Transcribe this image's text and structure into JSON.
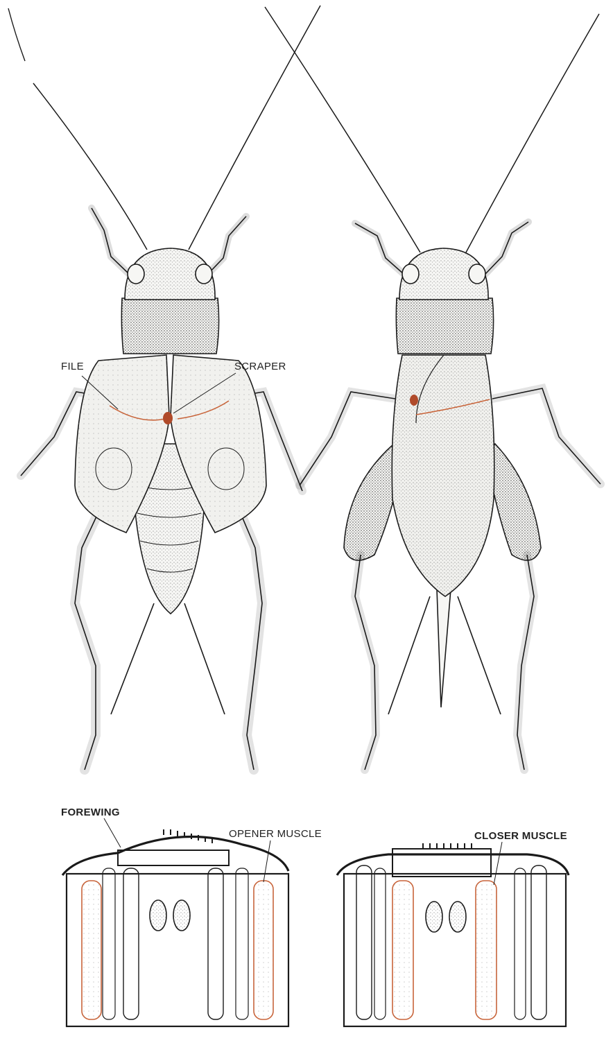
{
  "colors": {
    "ink": "#1a1a1a",
    "highlight": "#c8643a",
    "background": "#ffffff"
  },
  "upper_figure": {
    "left_cricket": {
      "labels": {
        "file": "FILE",
        "scraper": "SCRAPER"
      }
    },
    "right_cricket": {}
  },
  "lower_figure": {
    "left_cross_section": {
      "labels": {
        "forewing": "FOREWING",
        "opener_muscle": "OPENER MUSCLE"
      }
    },
    "right_cross_section": {
      "labels": {
        "closer_muscle": "CLOSER MUSCLE"
      }
    }
  }
}
